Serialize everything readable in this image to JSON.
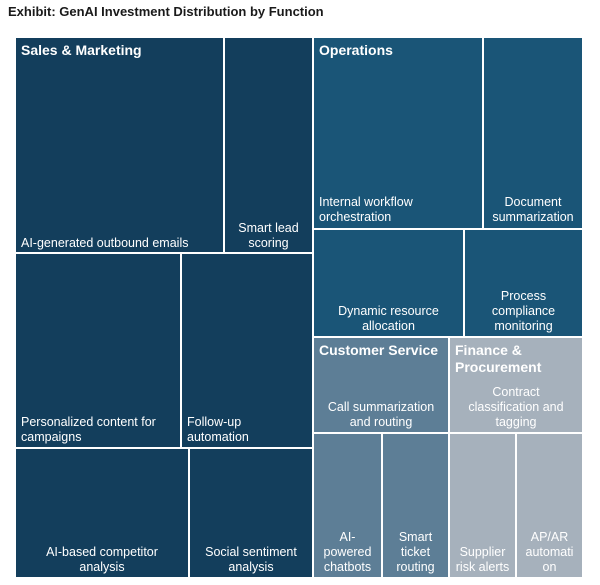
{
  "title": "Exhibit: GenAI Investment Distribution by Function",
  "colors": {
    "sales_marketing": "#133e5c",
    "operations": "#1a5577",
    "customer_service": "#5d7e96",
    "finance_procurement": "#a6b1bc",
    "border": "#ffffff"
  },
  "chart_data": {
    "type": "treemap",
    "title": "Exhibit: GenAI Investment Distribution by Function",
    "groups": [
      {
        "name": "Sales & Marketing",
        "color_key": "sales_marketing",
        "items": [
          {
            "name": "AI-generated outbound emails",
            "lines": [
              "AI-generated outbound emails"
            ]
          },
          {
            "name": "Smart lead scoring",
            "lines": [
              "Smart lead",
              "scoring"
            ]
          },
          {
            "name": "Personalized content for campaigns",
            "lines": [
              "Personalized content for",
              "campaigns"
            ]
          },
          {
            "name": "Follow-up automation",
            "lines": [
              "Follow-up",
              "automation"
            ]
          },
          {
            "name": "AI-based competitor analysis",
            "lines": [
              "AI-based competitor",
              "analysis"
            ]
          },
          {
            "name": "Social sentiment analysis",
            "lines": [
              "Social sentiment",
              "analysis"
            ]
          }
        ]
      },
      {
        "name": "Operations",
        "color_key": "operations",
        "items": [
          {
            "name": "Internal workflow orchestration",
            "lines": [
              "Internal workflow",
              "orchestration"
            ]
          },
          {
            "name": "Document summarization",
            "lines": [
              "Document",
              "summarization"
            ]
          },
          {
            "name": "Dynamic resource allocation",
            "lines": [
              "Dynamic resource",
              "allocation"
            ]
          },
          {
            "name": "Process compliance monitoring",
            "lines": [
              "Process",
              "compliance",
              "monitoring"
            ]
          }
        ]
      },
      {
        "name": "Customer Service",
        "color_key": "customer_service",
        "items": [
          {
            "name": "Call summarization and routing",
            "lines": [
              "Call summarization",
              "and routing"
            ]
          },
          {
            "name": "AI-powered chatbots",
            "lines": [
              "AI-",
              "powered",
              "chatbots"
            ]
          },
          {
            "name": "Smart ticket routing",
            "lines": [
              "Smart",
              "ticket",
              "routing"
            ]
          }
        ]
      },
      {
        "name": "Finance & Procurement",
        "lines": [
          "Finance &",
          "Procurement"
        ],
        "color_key": "finance_procurement",
        "items": [
          {
            "name": "Contract classification and tagging",
            "lines": [
              "Contract",
              "classification and",
              "tagging"
            ]
          },
          {
            "name": "Supplier risk alerts",
            "lines": [
              "Supplier",
              "risk alerts"
            ]
          },
          {
            "name": "AP/AR automation",
            "lines": [
              "AP/AR",
              "automati",
              "on"
            ]
          }
        ]
      }
    ]
  }
}
